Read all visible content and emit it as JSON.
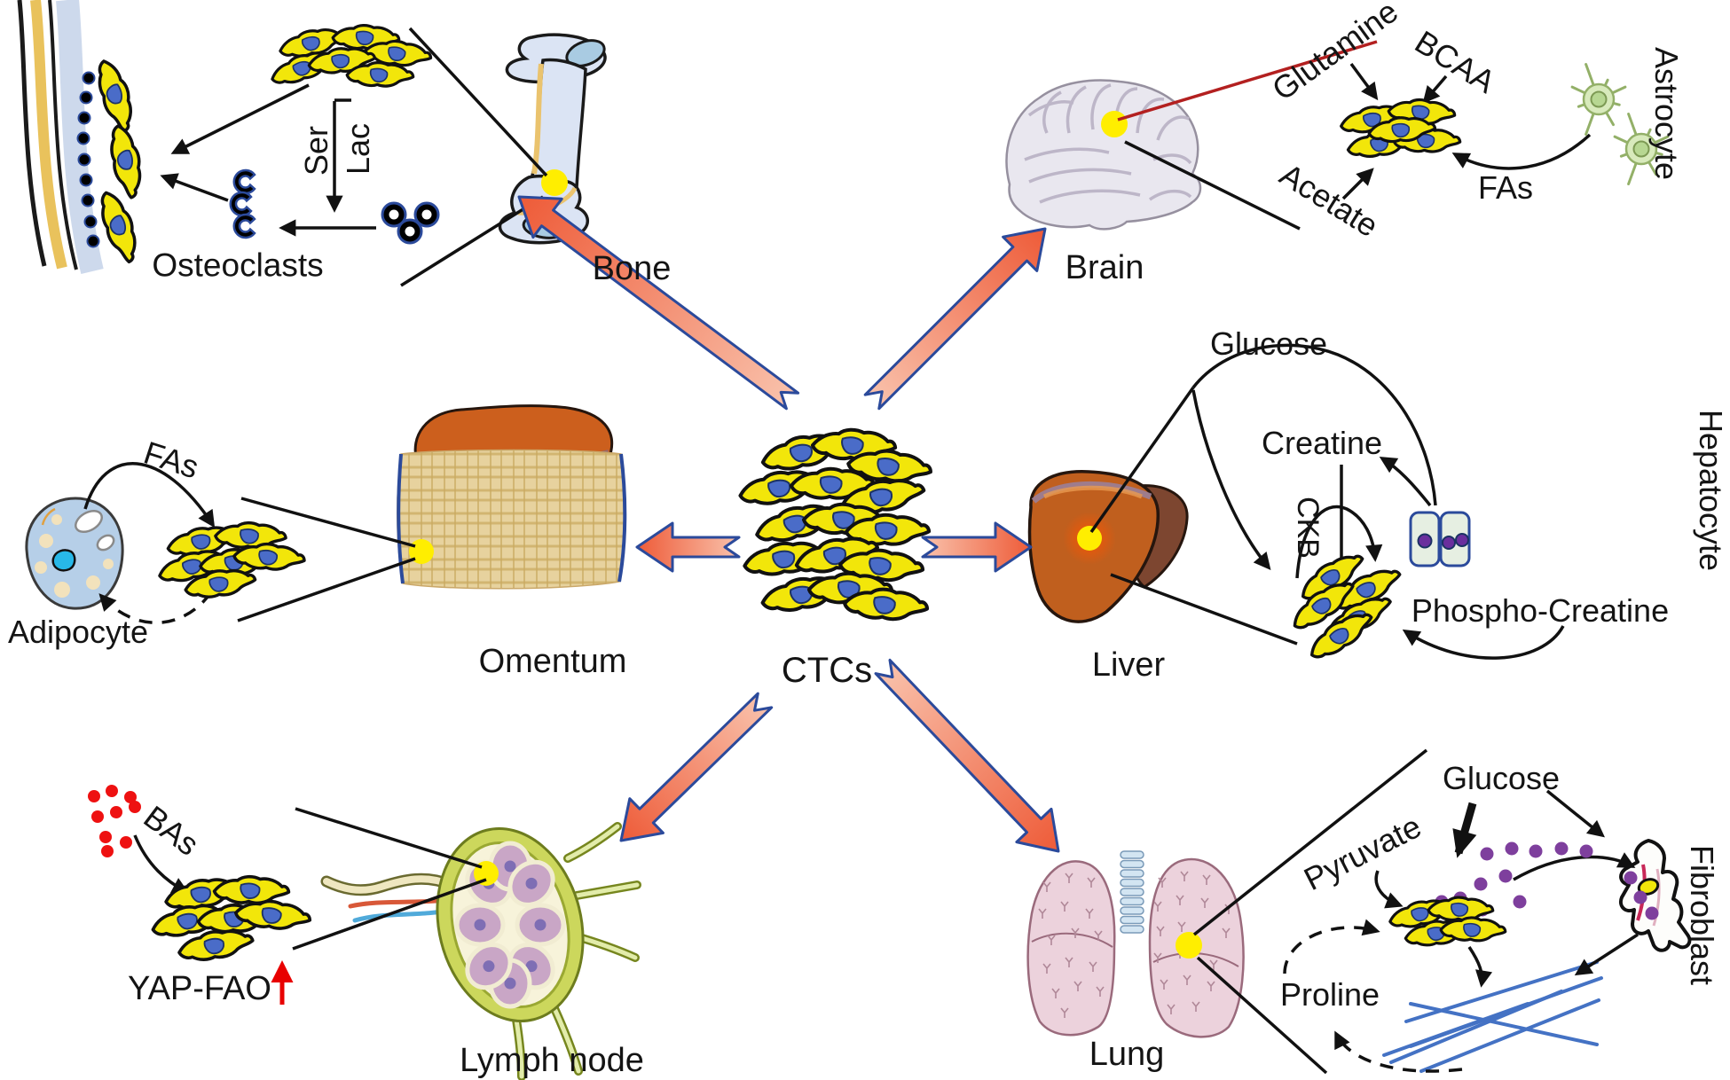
{
  "figure": {
    "type": "scientific-diagram",
    "subject": "Metabolic crosstalk of circulating tumor cells (CTCs) with metastatic organ niches"
  },
  "diagram": {
    "center": {
      "label": "CTCs"
    },
    "bone_panel": {
      "organ": "Bone",
      "osteoclasts": "Osteoclasts",
      "ser": "Ser",
      "lac": "Lac"
    },
    "brain_panel": {
      "organ": "Brain",
      "glutamine": "Glutamine",
      "bcaa": "BCAA",
      "acetate": "Acetate",
      "fas": "FAs",
      "cell_type": "Astrocyte"
    },
    "liver_panel": {
      "organ": "Liver",
      "glucose": "Glucose",
      "creatine": "Creatine",
      "ckb": "CKB",
      "phospho_creatine": "Phospho-Creatine",
      "cell_type": "Hepatocyte"
    },
    "omentum_panel": {
      "organ": "Omentum",
      "fas": "FAs",
      "cell_type": "Adipocyte"
    },
    "lymph_panel": {
      "organ": "Lymph node",
      "bas": "BAs",
      "yap_fao": "YAP-FAO"
    },
    "lung_panel": {
      "organ": "Lung",
      "pyruvate": "Pyruvate",
      "glucose": "Glucose",
      "proline": "Proline",
      "cell_type": "Fibroblast"
    }
  },
  "colors": {
    "tumor_cell_yellow": "#f2e60a",
    "cell_outline": "#111111",
    "nucleus_blue": "#4a6cc8",
    "big_arrow_light": "#f9c2ac",
    "big_arrow_deep": "#ee5b38",
    "big_arrow_outline": "#2b4a9b",
    "site_dot_yellow": "#ffee00",
    "red_accent": "#e80000",
    "dark_red_line": "#b32020",
    "astrocyte_green": "#d8eabc",
    "liver_brown": "#c05f1e",
    "lymph_green": "#ccd75c",
    "lung_pink": "#ecd2dc",
    "omentum_tan": "#e7d29e",
    "collagen_blue": "#4472c4",
    "purple_dot": "#7e3f9d"
  }
}
